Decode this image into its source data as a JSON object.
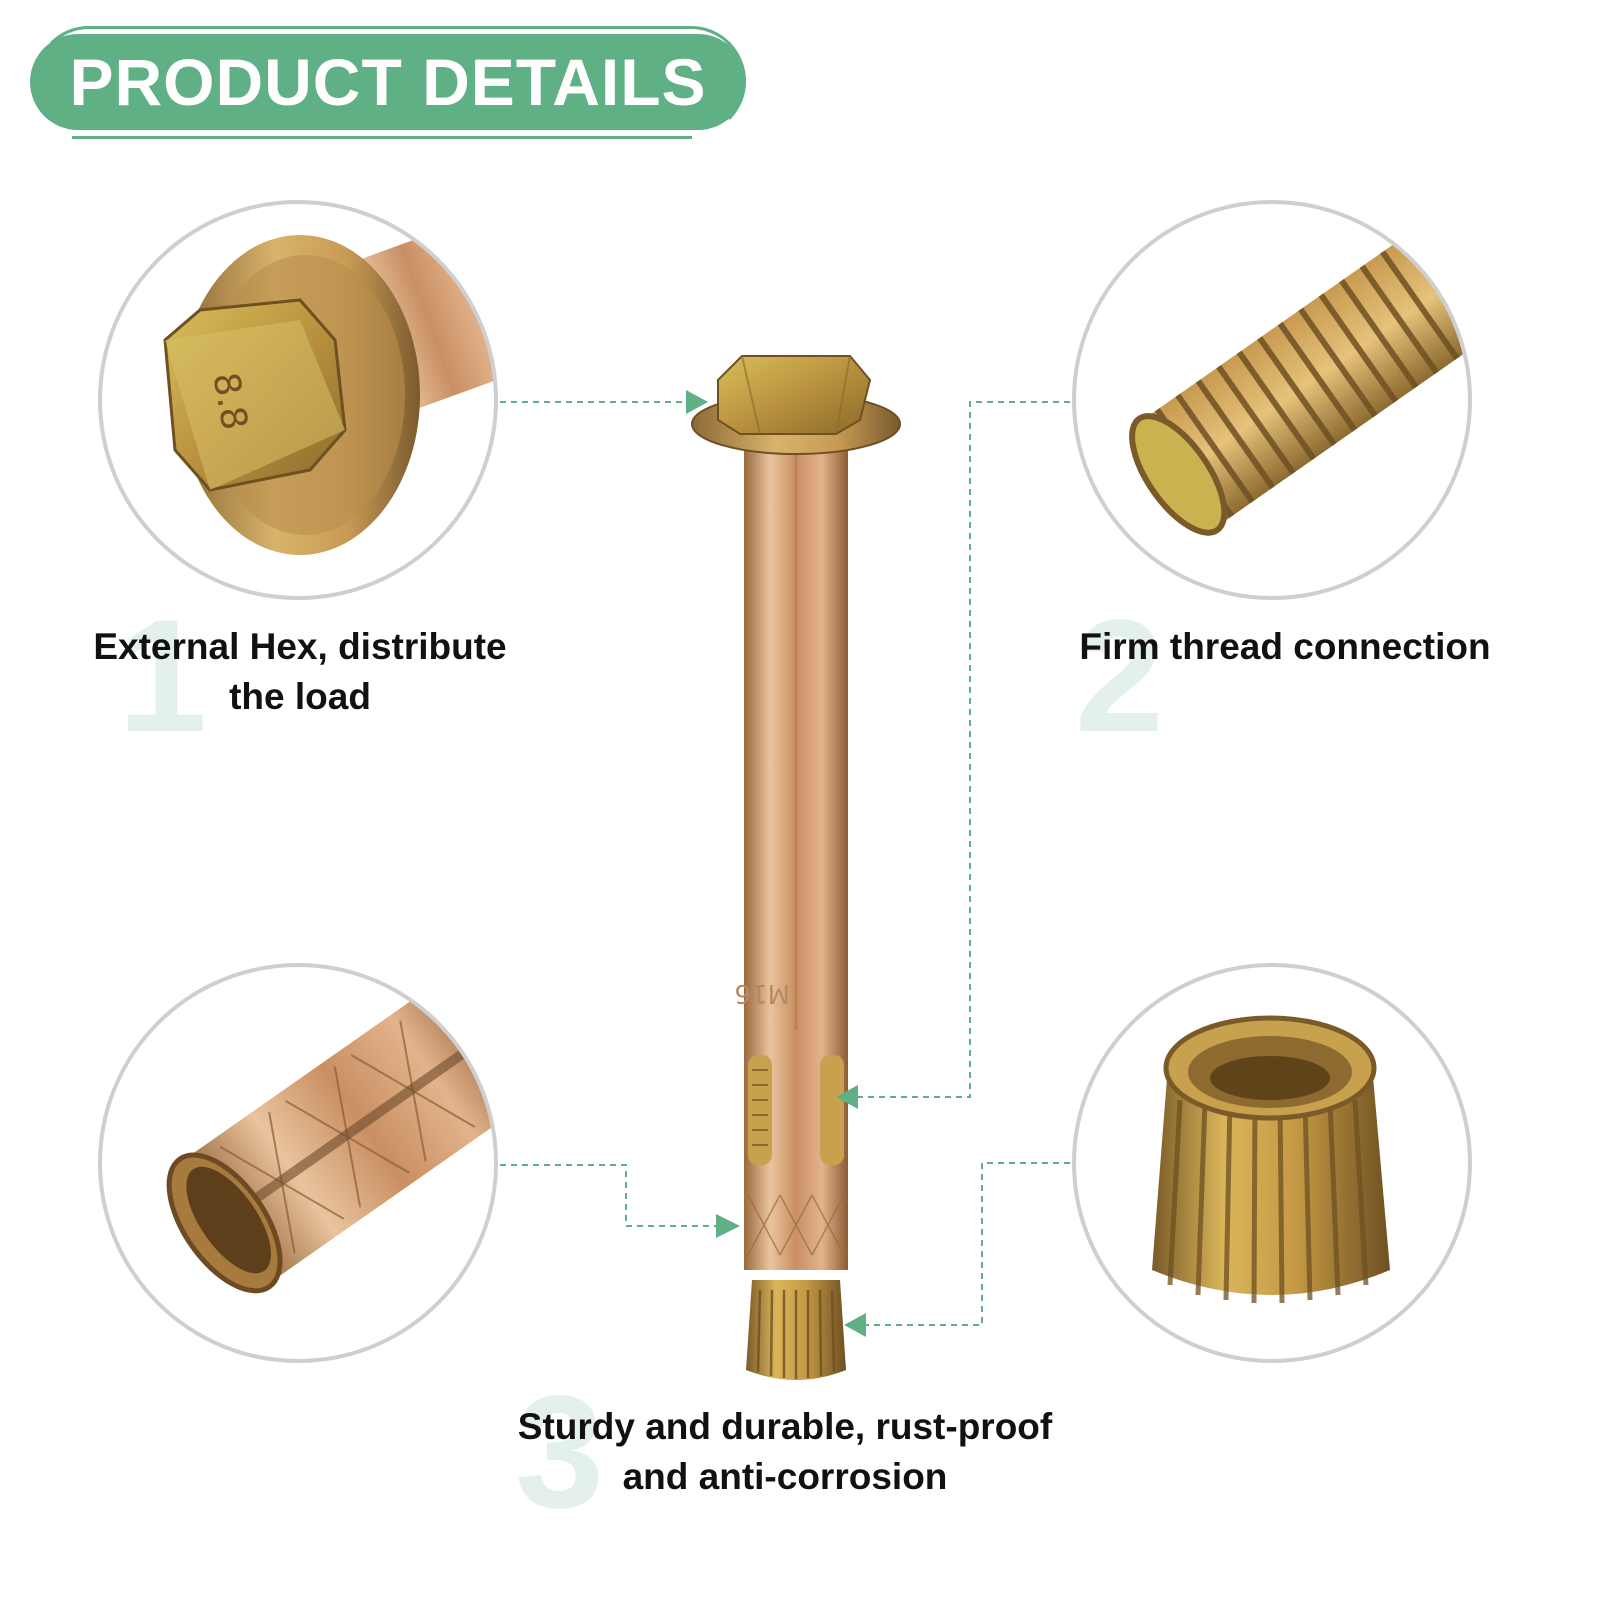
{
  "header": {
    "title": "PRODUCT DETAILS"
  },
  "colors": {
    "accent": "#5fb085",
    "metal_light": "#e8c39a",
    "metal_mid": "#c88f5e",
    "metal_gold": "#c8a84a",
    "metal_dark": "#7a5a2e"
  },
  "features": [
    {
      "number": "1",
      "caption_line1": "External Hex, distribute",
      "caption_line2": "the load"
    },
    {
      "number": "2",
      "caption_line1": "Firm thread connection",
      "caption_line2": ""
    },
    {
      "number": "3",
      "caption_line1": "Sturdy and durable, rust-proof",
      "caption_line2": "and anti-corrosion"
    }
  ],
  "markings": {
    "head_grade": "8.8",
    "sleeve_size": "M16"
  }
}
